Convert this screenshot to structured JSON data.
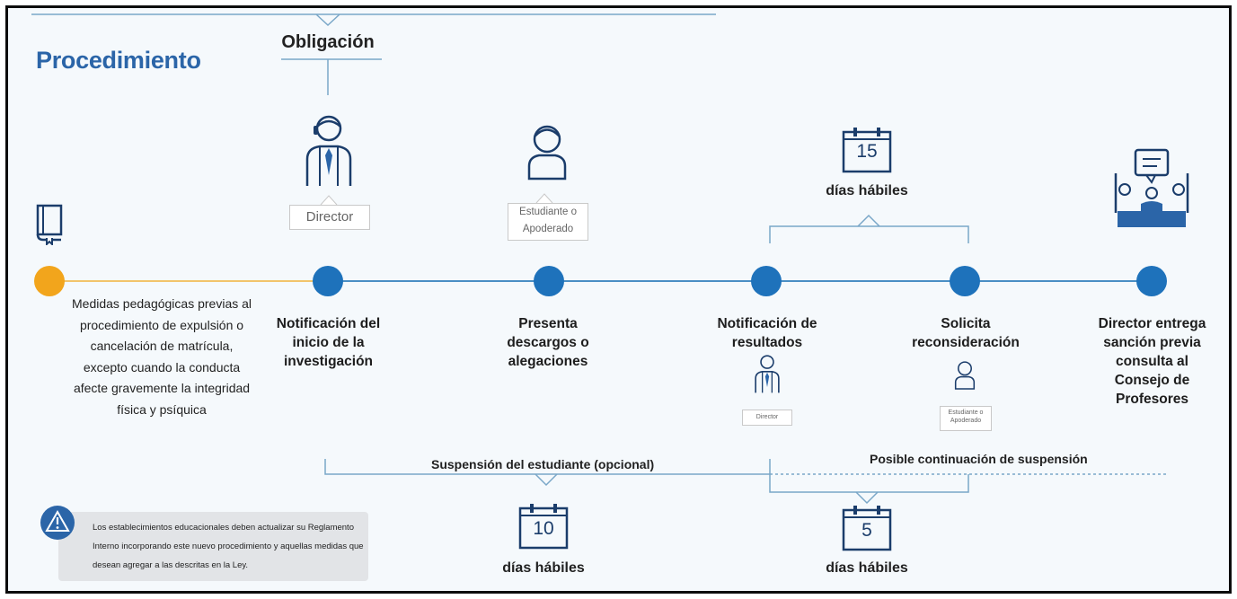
{
  "title": "Procedimiento",
  "obligation_label": "Obligación",
  "intro_text": "Medidas pedagógicas previas al procedimiento de expulsión o cancelación de matrícula, excepto cuando la conducta afecte gravemente la integridad física y psíquica",
  "steps": [
    {
      "label": "Notificación del inicio de la investigación",
      "tag": "Director"
    },
    {
      "label": "Presenta descargos o alegaciones",
      "tag": "Estudiante o Apoderado"
    },
    {
      "label": "Notificación de resultados",
      "tag": "Director"
    },
    {
      "label": "Solicita reconsideración",
      "tag": "Estudiante o Apoderado"
    },
    {
      "label": "Director entrega sanción previa consulta al Consejo de Profesores"
    }
  ],
  "deadlines": [
    {
      "number": "15",
      "text": "días hábiles"
    },
    {
      "number": "10",
      "text": "días hábiles"
    },
    {
      "number": "5",
      "text": "días hábiles"
    }
  ],
  "suspension_label": "Suspensión del estudiante (opcional)",
  "continuation_label": "Posible continuación de suspensión",
  "note": "Los establecimientos educacionales deben actualizar su Reglamento Interno incorporando este nuevo procedimiento y aquellas medidas que desean agregar a las descritas en la Ley.",
  "colors": {
    "accent_blue": "#1e72bb",
    "title_blue": "#2b65a8",
    "orange": "#f2a51c",
    "line_blue": "#7aa7c8"
  }
}
